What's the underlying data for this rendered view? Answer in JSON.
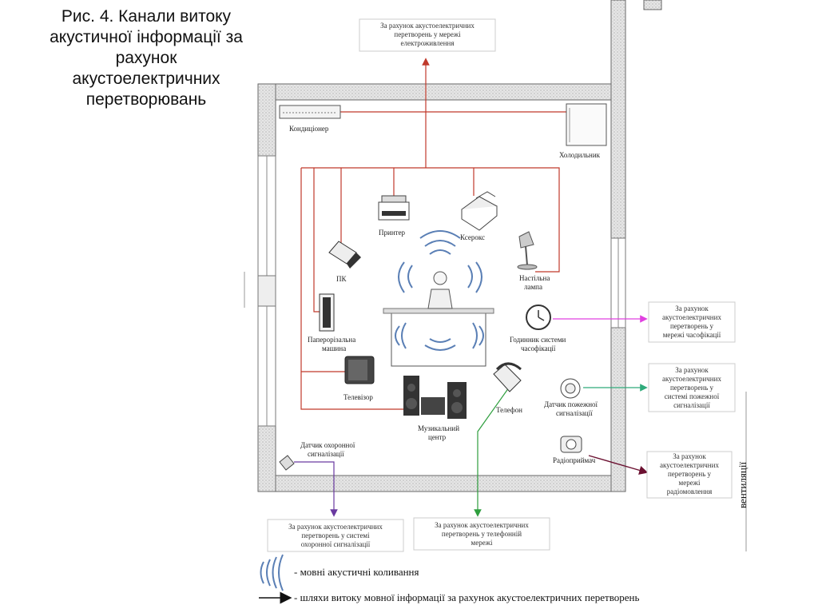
{
  "title": {
    "lines": [
      "Рис. 4. Канали витоку",
      "акустичної інформації за",
      "рахунок",
      "акустоелектричних",
      "перетворювань"
    ]
  },
  "devices": {
    "conditioner": "Кондиціонер",
    "fridge": "Холодильник",
    "printer": "Принтер",
    "xerox": "Ксерокс",
    "pc": "ПК",
    "lamp": [
      "Настільна",
      "лампа"
    ],
    "shredder": [
      "Паперорізальна",
      "машина"
    ],
    "clock": [
      "Годинник системи",
      "часофікації"
    ],
    "tv": "Телевізор",
    "phone": "Телефон",
    "music": [
      "Музикальний",
      "центр"
    ],
    "fire_sensor": [
      "Датчик пожежної",
      "сигналізації"
    ],
    "security_sensor": [
      "Датчик охоронної",
      "сигналізації"
    ],
    "radio": "Радіоприймач"
  },
  "channels": {
    "power": [
      "За рахунок акустоелектричних",
      "перетворень у мережі",
      "електроживлення"
    ],
    "clock_net": [
      "За рахунок",
      "акустоелектричних",
      "перетворень у",
      "мережі часофікації"
    ],
    "fire_alarm": [
      "За рахунок",
      "акустоелектричних",
      "перетворень у",
      "системі пожежної",
      "сигналізації"
    ],
    "radio_net": [
      "За рахунок",
      "акустоелектричних",
      "перетворень у",
      "мережі",
      "радіомовлення"
    ],
    "security_alarm": [
      "За рахунок акустоелектричних",
      "перетворень у системі",
      "охоронної сигналізації"
    ],
    "phone_net": [
      "За рахунок акустоелектричних",
      "перетворень у телефонній",
      "мережі"
    ]
  },
  "ventilation": "вентиляції",
  "legend": {
    "waves": "- мовні акустичні коливання",
    "arrow": "- шляхи витоку мовної інформації за рахунок акустоелектричних перетворень"
  },
  "colors": {
    "wiring": "#c0392b",
    "power_arrow": "#c0392b",
    "clock_arrow": "#e040e0",
    "fire_arrow": "#2eaa7a",
    "radio_arrow": "#6b1030",
    "security_arrow": "#6a3aa0",
    "phone_arrow": "#2e9e3e",
    "waves": "#5a7fb5"
  }
}
